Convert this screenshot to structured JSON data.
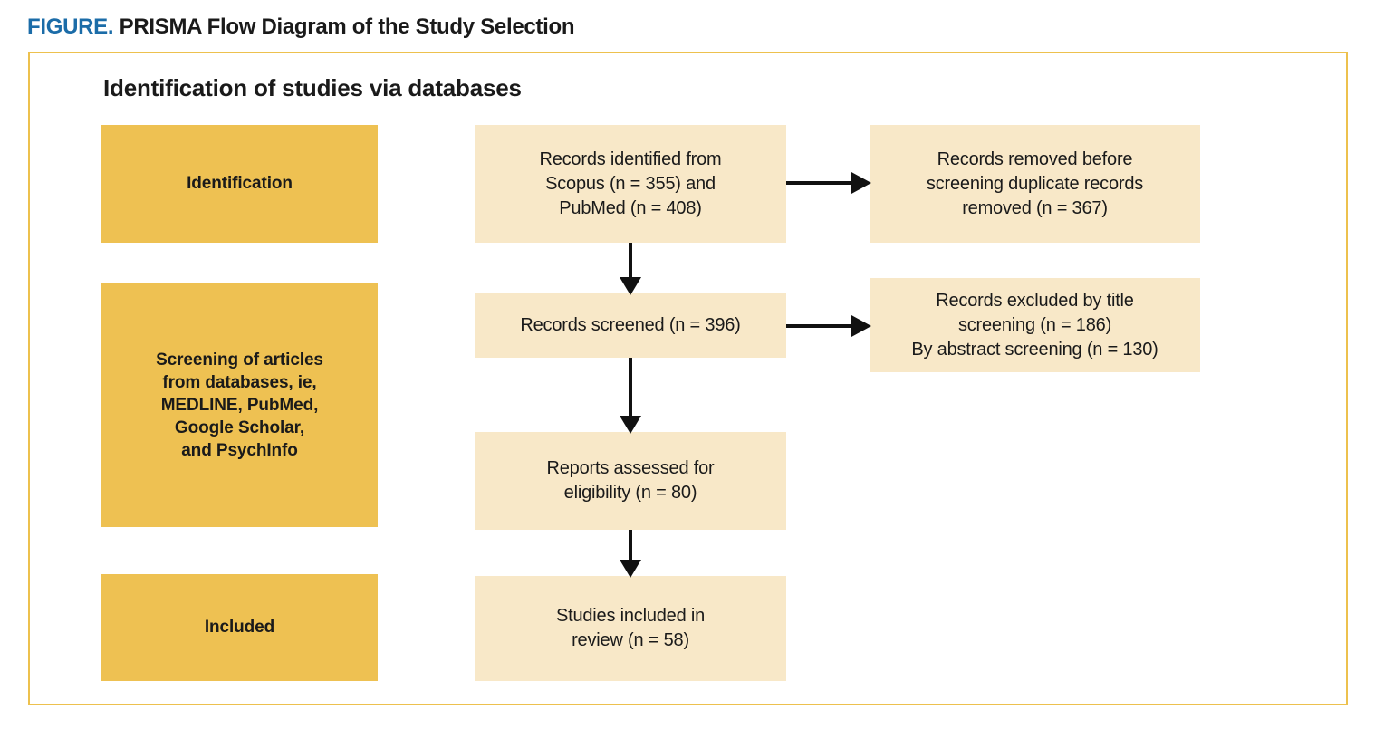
{
  "figure": {
    "caption_label": "FIGURE.",
    "caption_title": "PRISMA Flow Diagram of the Study Selection",
    "section_heading": "Identification of studies via databases"
  },
  "colors": {
    "caption_label": "#1b6ca8",
    "caption_title": "#1a1a1a",
    "frame_border": "#edc14e",
    "stage_box_fill": "#eec152",
    "flow_box_fill": "#f8e8c8",
    "arrow": "#111111",
    "page_background": "#ffffff"
  },
  "stages": [
    {
      "id": "identification",
      "label": "Identification"
    },
    {
      "id": "screening",
      "label": "Screening of articles\nfrom databases, ie,\nMEDLINE, PubMed,\nGoogle Scholar,\nand PsychInfo"
    },
    {
      "id": "included",
      "label": "Included"
    }
  ],
  "flow": {
    "identified": "Records identified from\nScopus (n = 355) and\nPubMed (n = 408)",
    "removed": "Records removed before\nscreening duplicate records\nremoved (n = 367)",
    "screened": "Records screened (n = 396)",
    "excluded": "Records excluded by title\nscreening (n = 186)\nBy abstract screening (n = 130)",
    "assessed": "Reports assessed for\neligibility (n = 80)",
    "included": "Studies included in\nreview (n = 58)"
  },
  "chart_data": {
    "type": "diagram",
    "title": "PRISMA Flow Diagram of the Study Selection",
    "subtitle": "Identification of studies via databases",
    "nodes": [
      {
        "id": "identification",
        "kind": "stage",
        "text": "Identification",
        "column": "stage"
      },
      {
        "id": "screening",
        "kind": "stage",
        "text": "Screening of articles from databases, ie, MEDLINE, PubMed, Google Scholar, and PsychInfo",
        "column": "stage"
      },
      {
        "id": "included_stage",
        "kind": "stage",
        "text": "Included",
        "column": "stage"
      },
      {
        "id": "identified",
        "kind": "flow",
        "text": "Records identified from Scopus (n = 355) and PubMed (n = 408)",
        "column": "main",
        "counts": {
          "Scopus": 355,
          "PubMed": 408
        }
      },
      {
        "id": "removed",
        "kind": "flow",
        "text": "Records removed before screening duplicate records removed (n = 367)",
        "column": "exclusion",
        "counts": {
          "removed": 367
        }
      },
      {
        "id": "screened",
        "kind": "flow",
        "text": "Records screened (n = 396)",
        "column": "main",
        "counts": {
          "screened": 396
        }
      },
      {
        "id": "excluded",
        "kind": "flow",
        "text": "Records excluded by title screening (n = 186) By abstract screening (n = 130)",
        "column": "exclusion",
        "counts": {
          "title_screening": 186,
          "abstract_screening": 130
        }
      },
      {
        "id": "assessed",
        "kind": "flow",
        "text": "Reports assessed for eligibility (n = 80)",
        "column": "main",
        "counts": {
          "assessed": 80
        }
      },
      {
        "id": "included_flow",
        "kind": "flow",
        "text": "Studies included in review (n = 58)",
        "column": "main",
        "counts": {
          "included": 58
        }
      }
    ],
    "edges": [
      {
        "from": "identified",
        "to": "removed",
        "direction": "right"
      },
      {
        "from": "identified",
        "to": "screened",
        "direction": "down"
      },
      {
        "from": "screened",
        "to": "excluded",
        "direction": "right"
      },
      {
        "from": "screened",
        "to": "assessed",
        "direction": "down"
      },
      {
        "from": "assessed",
        "to": "included_flow",
        "direction": "down"
      }
    ]
  }
}
